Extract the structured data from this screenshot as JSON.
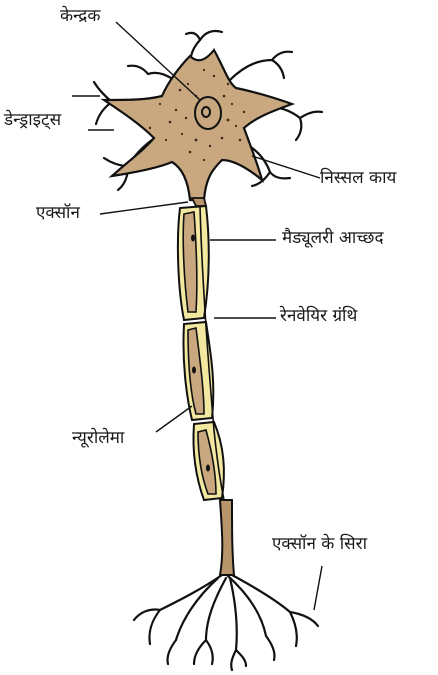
{
  "labels": {
    "nucleus": "केन्द्रक",
    "dendrites": "डेन्ड्राइट्स",
    "nissl": "निस्सल काय",
    "axon": "एक्सॉन",
    "myelin": "मैड्यूलरी आच्छद",
    "ranvier": "रेनवेयिर ग्रंथि",
    "neurolemma": "न्यूरोलेमा",
    "axon_terminal": "एक्सॉन के सिरा"
  },
  "colors": {
    "cell_body": "#c9a77f",
    "axon": "#b8956a",
    "myelin": "#f2e8a0",
    "stipple": "#3a2a1a",
    "outline": "#111111"
  }
}
